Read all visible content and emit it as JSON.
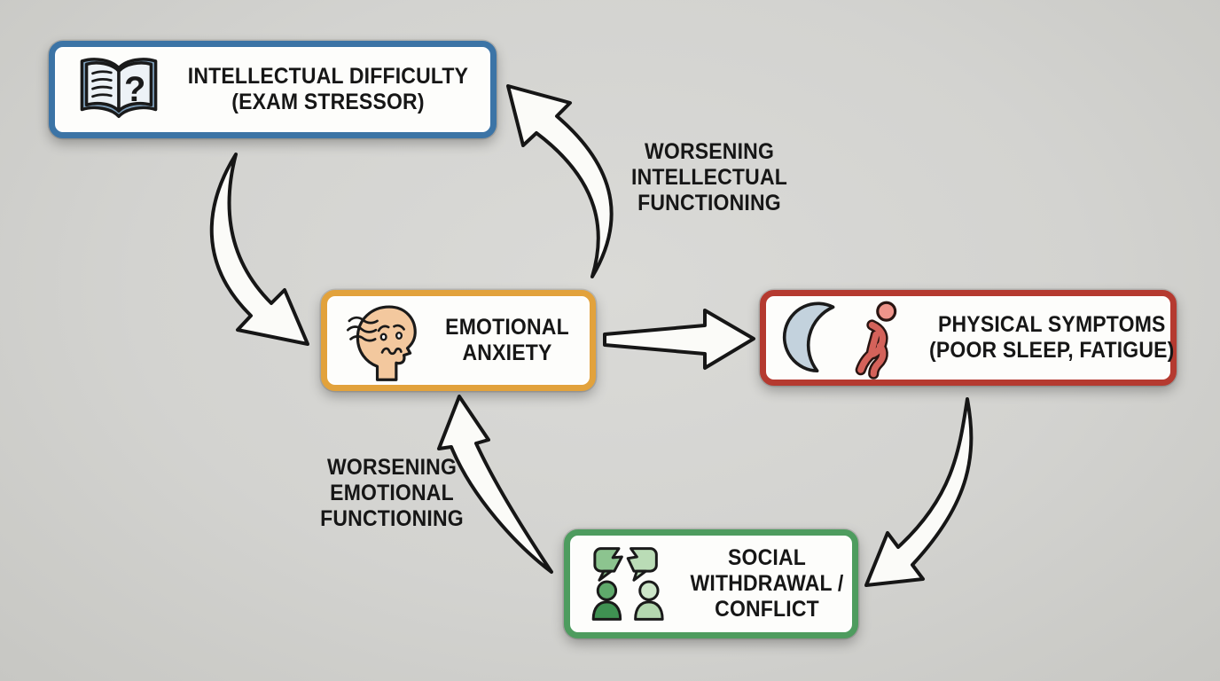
{
  "palette": {
    "bg": "#d3d3d0",
    "ink": "#161616",
    "arrow-fill": "#fbfbf8",
    "arrow-stroke": "#161616",
    "node-bg": "#fdfdfb"
  },
  "nodes": [
    {
      "id": "intellectual-difficulty",
      "icon": "open-book-question-icon",
      "border_color": "#3c74a6",
      "label_lines": [
        "INTELLECTUAL DIFFICULTY",
        "(EXAM STRESSOR)"
      ]
    },
    {
      "id": "emotional-anxiety",
      "icon": "anxious-face-icon",
      "border_color": "#e2a23c",
      "label_lines": [
        "EMOTIONAL",
        "ANXIETY"
      ]
    },
    {
      "id": "physical-symptoms",
      "icon": "moon-fatigued-person-icon",
      "border_color": "#b53a30",
      "label_lines": [
        "PHYSICAL SYMPTOMS",
        "(POOR SLEEP, FATIGUE)"
      ]
    },
    {
      "id": "social-withdrawal-conflict",
      "icon": "people-broken-speech-icon",
      "border_color": "#4e9c5f",
      "label_lines": [
        "SOCIAL",
        "WITHDRAWAL /",
        "CONFLICT"
      ]
    }
  ],
  "edges": [
    {
      "from": "intellectual-difficulty",
      "to": "emotional-anxiety"
    },
    {
      "from": "emotional-anxiety",
      "to": "physical-symptoms"
    },
    {
      "from": "physical-symptoms",
      "to": "social-withdrawal-conflict"
    },
    {
      "from": "social-withdrawal-conflict",
      "to": "emotional-anxiety",
      "label_lines": [
        "WORSENING",
        "EMOTIONAL",
        "FUNCTIONING"
      ]
    },
    {
      "from": "emotional-anxiety",
      "to": "intellectual-difficulty",
      "label_lines": [
        "WORSENING",
        "INTELLECTUAL",
        "FUNCTIONING"
      ]
    }
  ]
}
